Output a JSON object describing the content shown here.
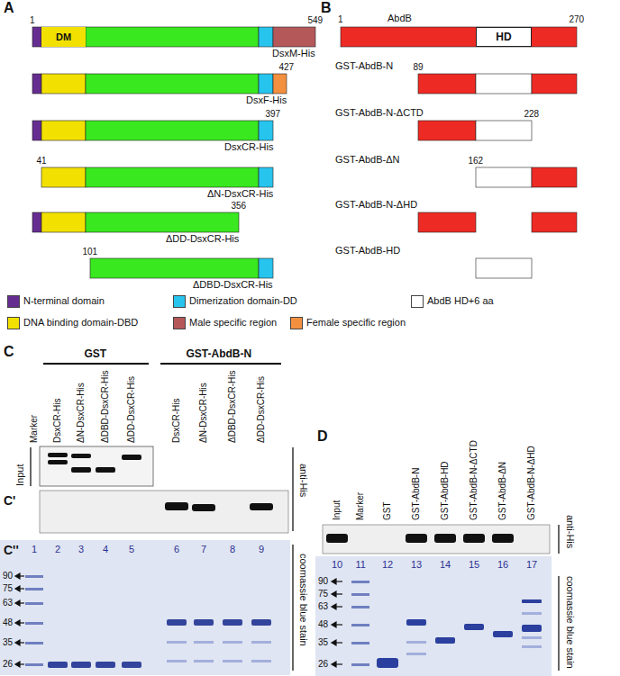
{
  "diagram": {
    "nodes": [
      {
        "text": [
          "DM"
        ]
      },
      {
        "text": [
          "HD"
        ]
      }
    ],
    "labels": [
      "A",
      "1",
      "549",
      "DsxM-His",
      "427",
      "DsxF-His",
      "397",
      "DsxCR-His",
      "41",
      "ΔN-DsxCR-His",
      "356",
      "ΔDD-DsxCR-His",
      "101",
      "ΔDBD-DsxCR-His",
      "B",
      "1",
      "AbdB",
      "270",
      "89",
      "GST-AbdB-N",
      "GST-AbdB-N-ΔCTD",
      "228",
      "162",
      "GST-AbdB-ΔN",
      "GST-AbdB-N-ΔHD",
      "GST-AbdB-HD",
      "C",
      "GST",
      "GST-AbdB-N",
      "Marker",
      "DsxCR-His",
      "ΔN-DsxCR-His",
      "ΔDBD-DsxCR-His",
      "ΔDD-DsxCR-His",
      "DsxCR-His",
      "ΔN-DsxCR-His",
      "ΔDBD-DsxCR-His",
      "ΔDD-DsxCR-His",
      "Input",
      "C'",
      "anti-His",
      "C''",
      "coomassie blue stain",
      "1",
      "2",
      "3",
      "4",
      "5",
      "6",
      "7",
      "8",
      "9",
      "90",
      "75",
      "63",
      "48",
      "35",
      "26",
      "D",
      "Input",
      "Marker",
      "GST",
      "GST-AbdB-N",
      "GST-AbdB-HD",
      "GST-AbdB-N-ΔCTD",
      "GST-AbdB-ΔN",
      "GST-AbdB-N-ΔHD",
      "anti-His",
      "10",
      "11",
      "12",
      "13",
      "14",
      "15",
      "16",
      "17",
      "90",
      "75",
      "63",
      "48",
      "35",
      "26",
      "coomassie blue stain"
    ],
    "legend": [
      {
        "text": "N-terminal domain",
        "color": "#662d91"
      },
      {
        "text": "Dimerization domain-DD",
        "color": "#27c4ee"
      },
      {
        "text": "AbdB HD+6 aa",
        "color": "#ffffff"
      },
      {
        "text": "DNA binding domain-DBD",
        "color": "#f2e100"
      },
      {
        "text": "Male specific region",
        "color": "#b5585a"
      },
      {
        "text": "Female specific region",
        "color": "#f39040"
      }
    ]
  }
}
